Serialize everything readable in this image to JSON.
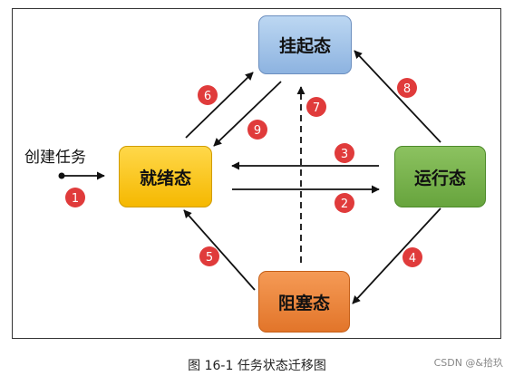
{
  "states": {
    "suspended": "挂起态",
    "ready": "就绪态",
    "running": "运行态",
    "blocked": "阻塞态"
  },
  "create_label": "创建任务",
  "transitions": [
    "1",
    "2",
    "3",
    "4",
    "5",
    "6",
    "7",
    "8",
    "9"
  ],
  "caption": "图 16-1 任务状态迁移图",
  "watermark": "CSDN @&拾玖",
  "colors": {
    "badge": "#e03b3b",
    "arrow": "#111111"
  }
}
